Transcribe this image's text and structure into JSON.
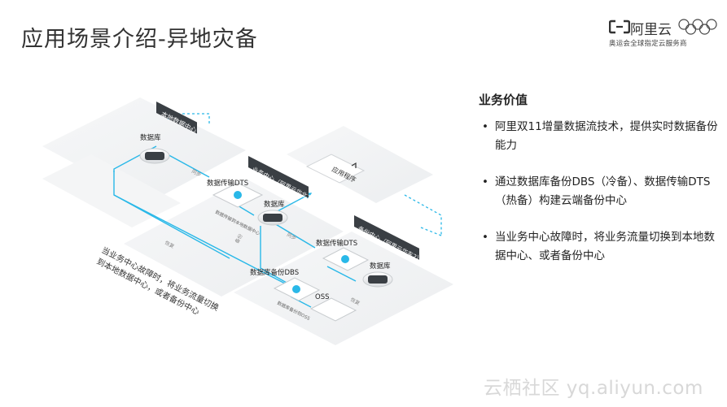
{
  "page": {
    "title": "应用场景介绍-异地灾备"
  },
  "logo": {
    "name": "阿里云",
    "tagline": "奥运会全球指定云服务商",
    "brand_color": "#333333"
  },
  "diagram": {
    "label_local_dc": "本地数据中心",
    "label_local_db": "数据库",
    "label_app": "应用程序",
    "label_business_center": "业务中心（阿里云华北1）",
    "label_dts_1": "数据传输DTS",
    "label_dts_1_sub": "数据传输到本地数据中心",
    "label_center_db": "数据库",
    "label_backup_center": "备份中心（阿里云华东2）",
    "label_dts_2": "数据传输DTS",
    "label_backup_db": "数据库",
    "label_dbs": "数据库备份DBS",
    "label_dbs_sub": "数据库备份到OSS",
    "label_oss": "OSS",
    "label_sync_1": "同步",
    "label_sync_2": "同步",
    "label_backup_1": "备份",
    "label_backup_2": "恢复",
    "label_recover": "恢复",
    "failover_line1": "当业务中心故障时，将业务流量切换",
    "failover_line2": "到本地数据中心，或者备份中心",
    "accent_color": "#29b8e8"
  },
  "panel": {
    "title": "业务价值",
    "bullets": [
      {
        "text": "阿里双11增量数据流技术，提供实时数据备份能力"
      },
      {
        "text": "通过数据库备份DBS（冷备）、数据传输DTS（热备）构建云端备份中心"
      },
      {
        "text": "当业务中心故障时，将业务流量切换到本地数据中心、或者备份中心"
      }
    ],
    "bullet_symbol": "•"
  },
  "watermark": {
    "text": "云栖社区 yq.aliyun.com"
  }
}
